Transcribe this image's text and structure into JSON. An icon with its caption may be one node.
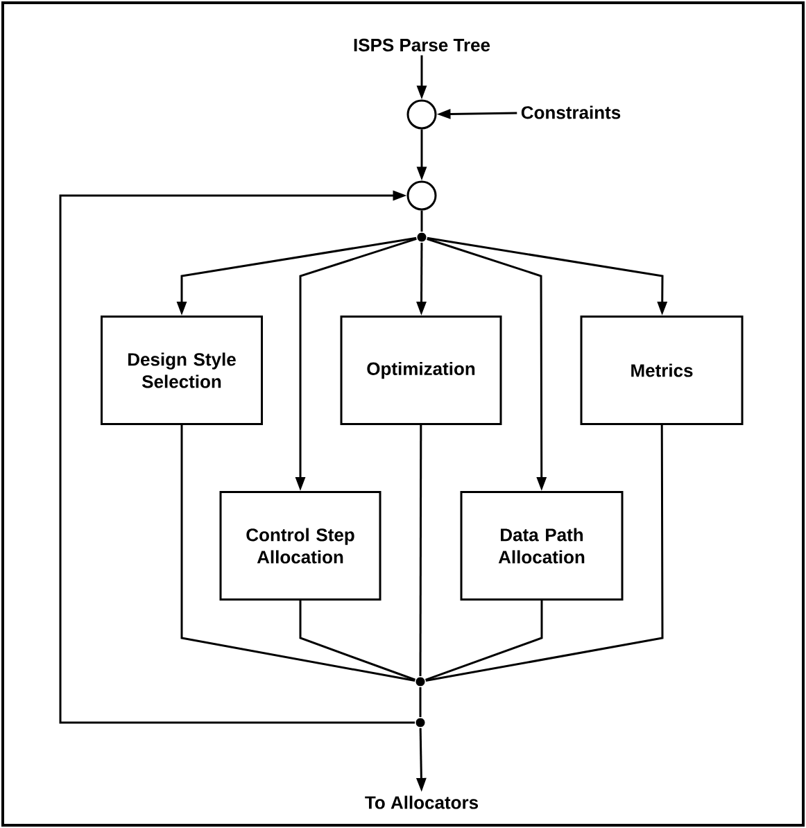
{
  "diagram": {
    "nodes": [
      {
        "text": [
          "ISPS Parse Tree"
        ]
      },
      {
        "text": [],
        "shape": "circle"
      },
      {
        "text": [
          "Constraints"
        ]
      },
      {
        "text": [],
        "shape": "circle"
      },
      {
        "text": [],
        "shape": "dot"
      },
      {
        "text": [
          "Design Style Selection"
        ]
      },
      {
        "text": [
          "Optimization"
        ]
      },
      {
        "text": [
          "Metrics"
        ]
      },
      {
        "text": [
          "Control Step Allocation"
        ]
      },
      {
        "text": [
          "Data Path Allocation"
        ]
      },
      {
        "text": [],
        "shape": "dot"
      },
      {
        "text": [],
        "shape": "dot"
      },
      {
        "text": [
          "To Allocators"
        ]
      }
    ],
    "edges": [
      {
        "from": 0,
        "to": 1,
        "arrow": "to"
      },
      {
        "from": 2,
        "to": 1,
        "arrow": "to"
      },
      {
        "from": 1,
        "to": 3,
        "arrow": "to"
      },
      {
        "from": 3,
        "to": 4,
        "arrow": "none"
      },
      {
        "from": 4,
        "to": 5,
        "arrow": "to"
      },
      {
        "from": 4,
        "to": 8,
        "arrow": "to"
      },
      {
        "from": 4,
        "to": 6,
        "arrow": "to"
      },
      {
        "from": 4,
        "to": 9,
        "arrow": "to"
      },
      {
        "from": 4,
        "to": 7,
        "arrow": "to"
      },
      {
        "from": 5,
        "to": 10,
        "arrow": "none"
      },
      {
        "from": 8,
        "to": 10,
        "arrow": "none"
      },
      {
        "from": 6,
        "to": 10,
        "arrow": "none"
      },
      {
        "from": 9,
        "to": 10,
        "arrow": "none"
      },
      {
        "from": 7,
        "to": 10,
        "arrow": "none"
      },
      {
        "from": 10,
        "to": 11,
        "arrow": "none"
      },
      {
        "from": 11,
        "to": 3,
        "arrow": "to"
      },
      {
        "from": 11,
        "to": 12,
        "arrow": "to"
      }
    ]
  }
}
